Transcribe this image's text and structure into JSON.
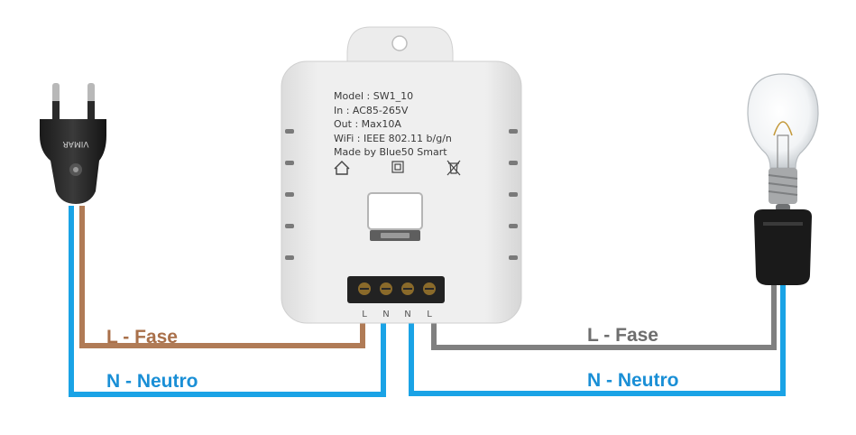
{
  "device": {
    "model": "Model : SW1_10",
    "input": "In : AC85-265V",
    "output": "Out : Max10A",
    "wifi": "WiFi : IEEE 802.11 b/g/n",
    "maker": "Made by Blue50 Smart",
    "terminals": [
      "L",
      "N",
      "N",
      "L"
    ]
  },
  "plug": {
    "brand": "VIMAR"
  },
  "labels": {
    "left_phase": "L - Fase",
    "left_neutral": "N - Neutro",
    "right_phase": "L - Fase",
    "right_neutral": "N - Neutro"
  },
  "colors": {
    "phase_brown": "#b07b56",
    "neutral_blue": "#1aa3e6",
    "phase_grey": "#808080",
    "label_brown": "#a9704a",
    "label_blue": "#1a8fd6",
    "label_grey": "#6e6e6e"
  },
  "icons": [
    "plug-icon",
    "smart-switch-module-icon",
    "light-bulb-icon",
    "lamp-socket-icon",
    "home-icon",
    "double-insulation-icon",
    "weee-bin-icon"
  ]
}
